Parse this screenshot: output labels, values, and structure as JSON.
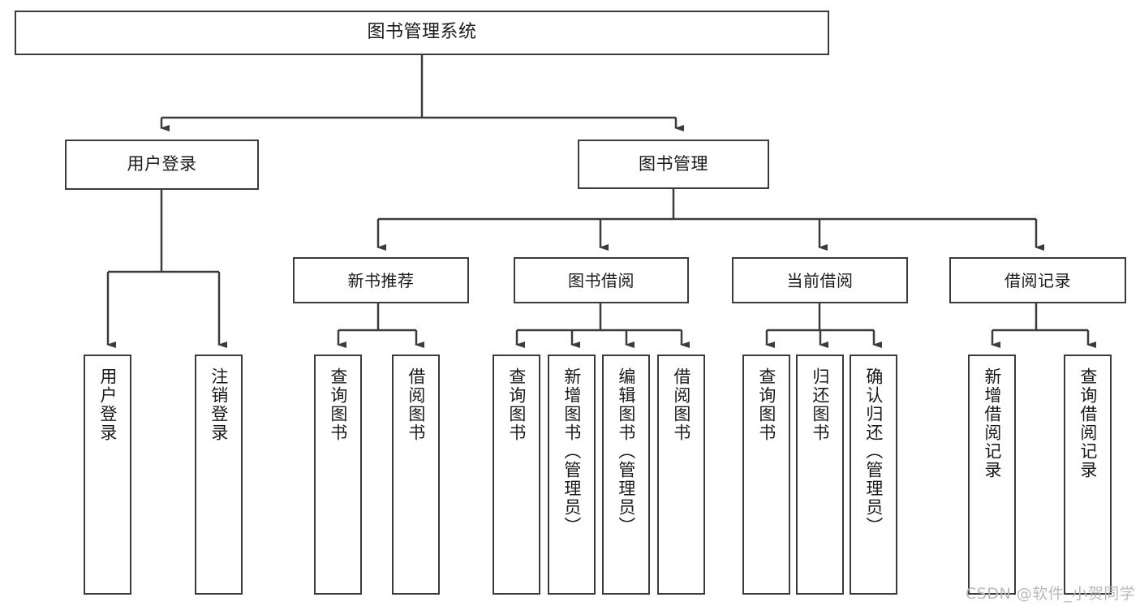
{
  "diagram": {
    "type": "tree-hierarchy-chart",
    "title": "图书管理系统",
    "watermark": "CSDN @软件_小贺同学",
    "colors": {
      "stroke": "#3b3b3b",
      "fill": "#ffffff",
      "text": "#1a1a1a",
      "watermark": "#b9b9b9"
    },
    "root": {
      "label": "图书管理系统"
    },
    "level1": [
      {
        "label": "用户登录"
      },
      {
        "label": "图书管理"
      }
    ],
    "level2": [
      {
        "label": "新书推荐"
      },
      {
        "label": "图书借阅"
      },
      {
        "label": "当前借阅"
      },
      {
        "label": "借阅记录"
      }
    ],
    "leaves": {
      "user_login": [
        {
          "label": "用户登录"
        },
        {
          "label": "注销登录"
        }
      ],
      "new_book_recommend": [
        {
          "label": "查询图书"
        },
        {
          "label": "借阅图书"
        }
      ],
      "book_borrow": [
        {
          "label": "查询图书"
        },
        {
          "label": "新增图书（管理员）"
        },
        {
          "label": "编辑图书（管理员）"
        },
        {
          "label": "借阅图书"
        }
      ],
      "current_borrow": [
        {
          "label": "查询图书"
        },
        {
          "label": "归还图书"
        },
        {
          "label": "确认归还（管理员）"
        }
      ],
      "borrow_record": [
        {
          "label": "新增借阅记录"
        },
        {
          "label": "查询借阅记录"
        }
      ]
    }
  }
}
